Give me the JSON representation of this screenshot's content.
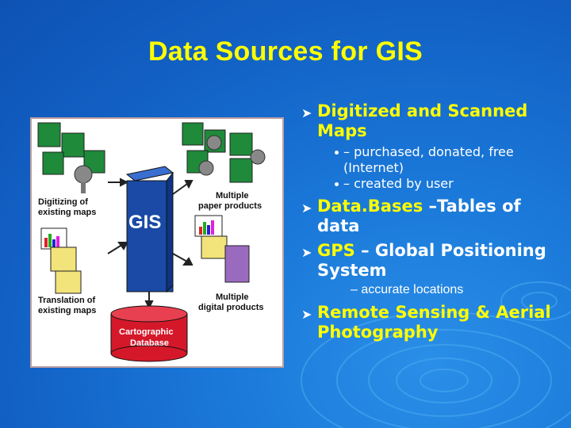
{
  "slide": {
    "title": "Data Sources for GIS"
  },
  "figure": {
    "labels": {
      "digitizing": [
        "Digitizing of",
        "existing maps"
      ],
      "gis": "GIS",
      "paper": [
        "Multiple",
        "paper products"
      ],
      "translation": [
        "Translation of",
        "existing maps"
      ],
      "digital": [
        "Multiple",
        "digital products"
      ],
      "database": [
        "Cartographic",
        "Database"
      ]
    }
  },
  "bullets": {
    "item1": {
      "title": "Digitized and Scanned Maps"
    },
    "sub1": "– purchased, donated, free (Internet)",
    "sub2": "– created by user",
    "item2": {
      "highlight": "Data.Bases",
      "rest": " –Tables of data"
    },
    "item3": {
      "highlight": "GPS",
      "rest": " – Global Positioning System"
    },
    "sub3": "– accurate locations",
    "item4": {
      "title": "Remote Sensing & Aerial Photography"
    }
  },
  "colors": {
    "title": "#ffff00",
    "background": "#1466c8",
    "gis_box": "#1a4aa6",
    "database_cylinder": "#d4182a"
  }
}
